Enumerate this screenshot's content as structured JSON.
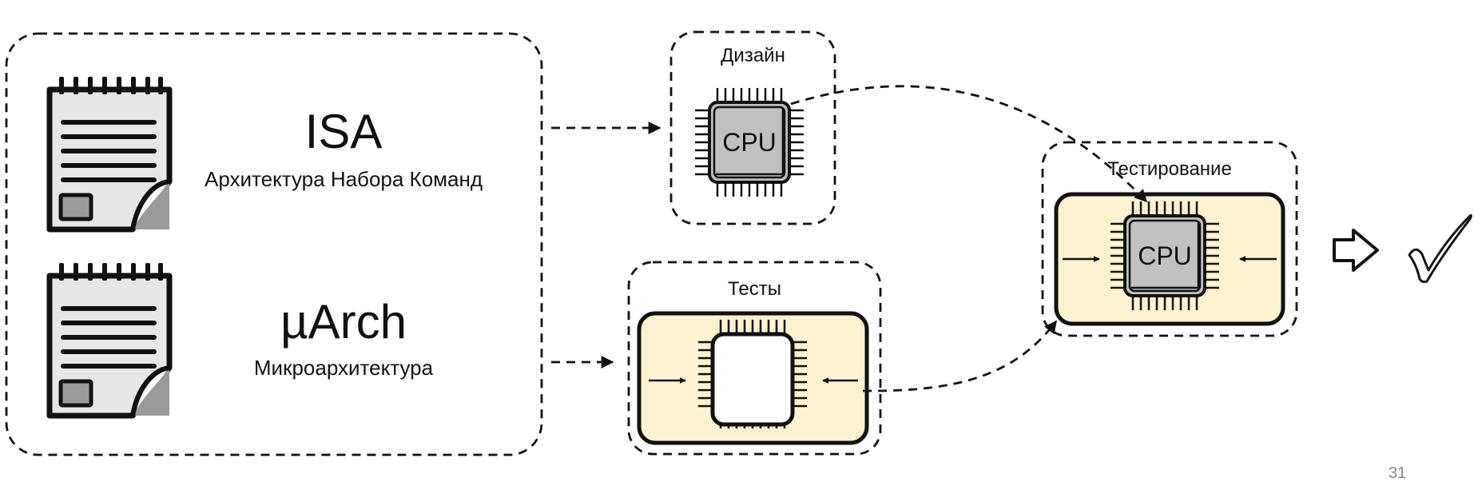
{
  "specs": {
    "isa": {
      "title": "ISA",
      "subtitle": "Архитектура Набора Команд"
    },
    "uarch": {
      "title": "µArch",
      "subtitle": "Микроархитектура"
    }
  },
  "design_box": {
    "title": "Дизайн",
    "chip_label": "CPU"
  },
  "tests_box": {
    "title": "Тесты"
  },
  "testing_box": {
    "title": "Тестирование",
    "chip_label": "CPU"
  },
  "page_number": "31",
  "colors": {
    "fixture_fill": "#fdf2cf",
    "chip_fill": "#c0c0c0",
    "line": "#111111",
    "paper": "#e8e8e8",
    "page_number": "#888888"
  },
  "icons": [
    "notepad-icon",
    "notepad-icon",
    "cpu-chip-icon",
    "empty-chip-icon",
    "cpu-chip-icon",
    "outline-arrow-icon",
    "checkmark-icon"
  ]
}
